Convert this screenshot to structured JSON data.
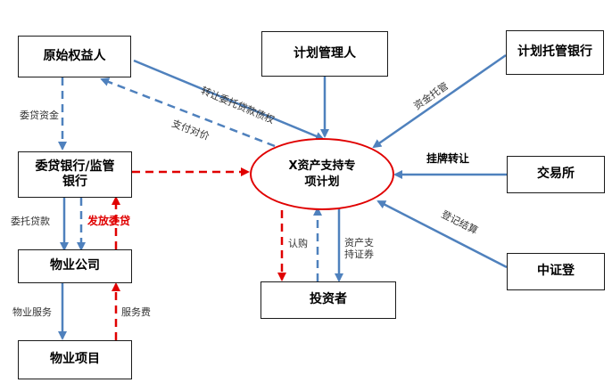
{
  "colors": {
    "blue": "#4f81bd",
    "red": "#e00000",
    "border": "#1a1a1a"
  },
  "nodes": {
    "originator": "原始权益人",
    "plan_manager": "计划管理人",
    "custodian_bank": "计划托管银行",
    "entrusted_bank": "委贷银行/监管银行",
    "abs_plan": "X资产支持专项计划",
    "exchange": "交易所",
    "property_company": "物业公司",
    "investor": "投资者",
    "csdc": "中证登",
    "property_project": "物业项目"
  },
  "edges": {
    "transfer_loan_rights": "转让委托贷款债权",
    "pay_consideration": "支付对价",
    "fund_custody": "资金托管",
    "listing_transfer": "挂牌转让",
    "registration_settlement": "登记结算",
    "entrusted_funds": "委贷资金",
    "entrusted_loan": "委托贷款",
    "issue_loan": "发放委贷",
    "subscribe": "认购",
    "abs_securities": "资产支持证券",
    "property_service": "物业服务",
    "service_fee": "服务费"
  }
}
